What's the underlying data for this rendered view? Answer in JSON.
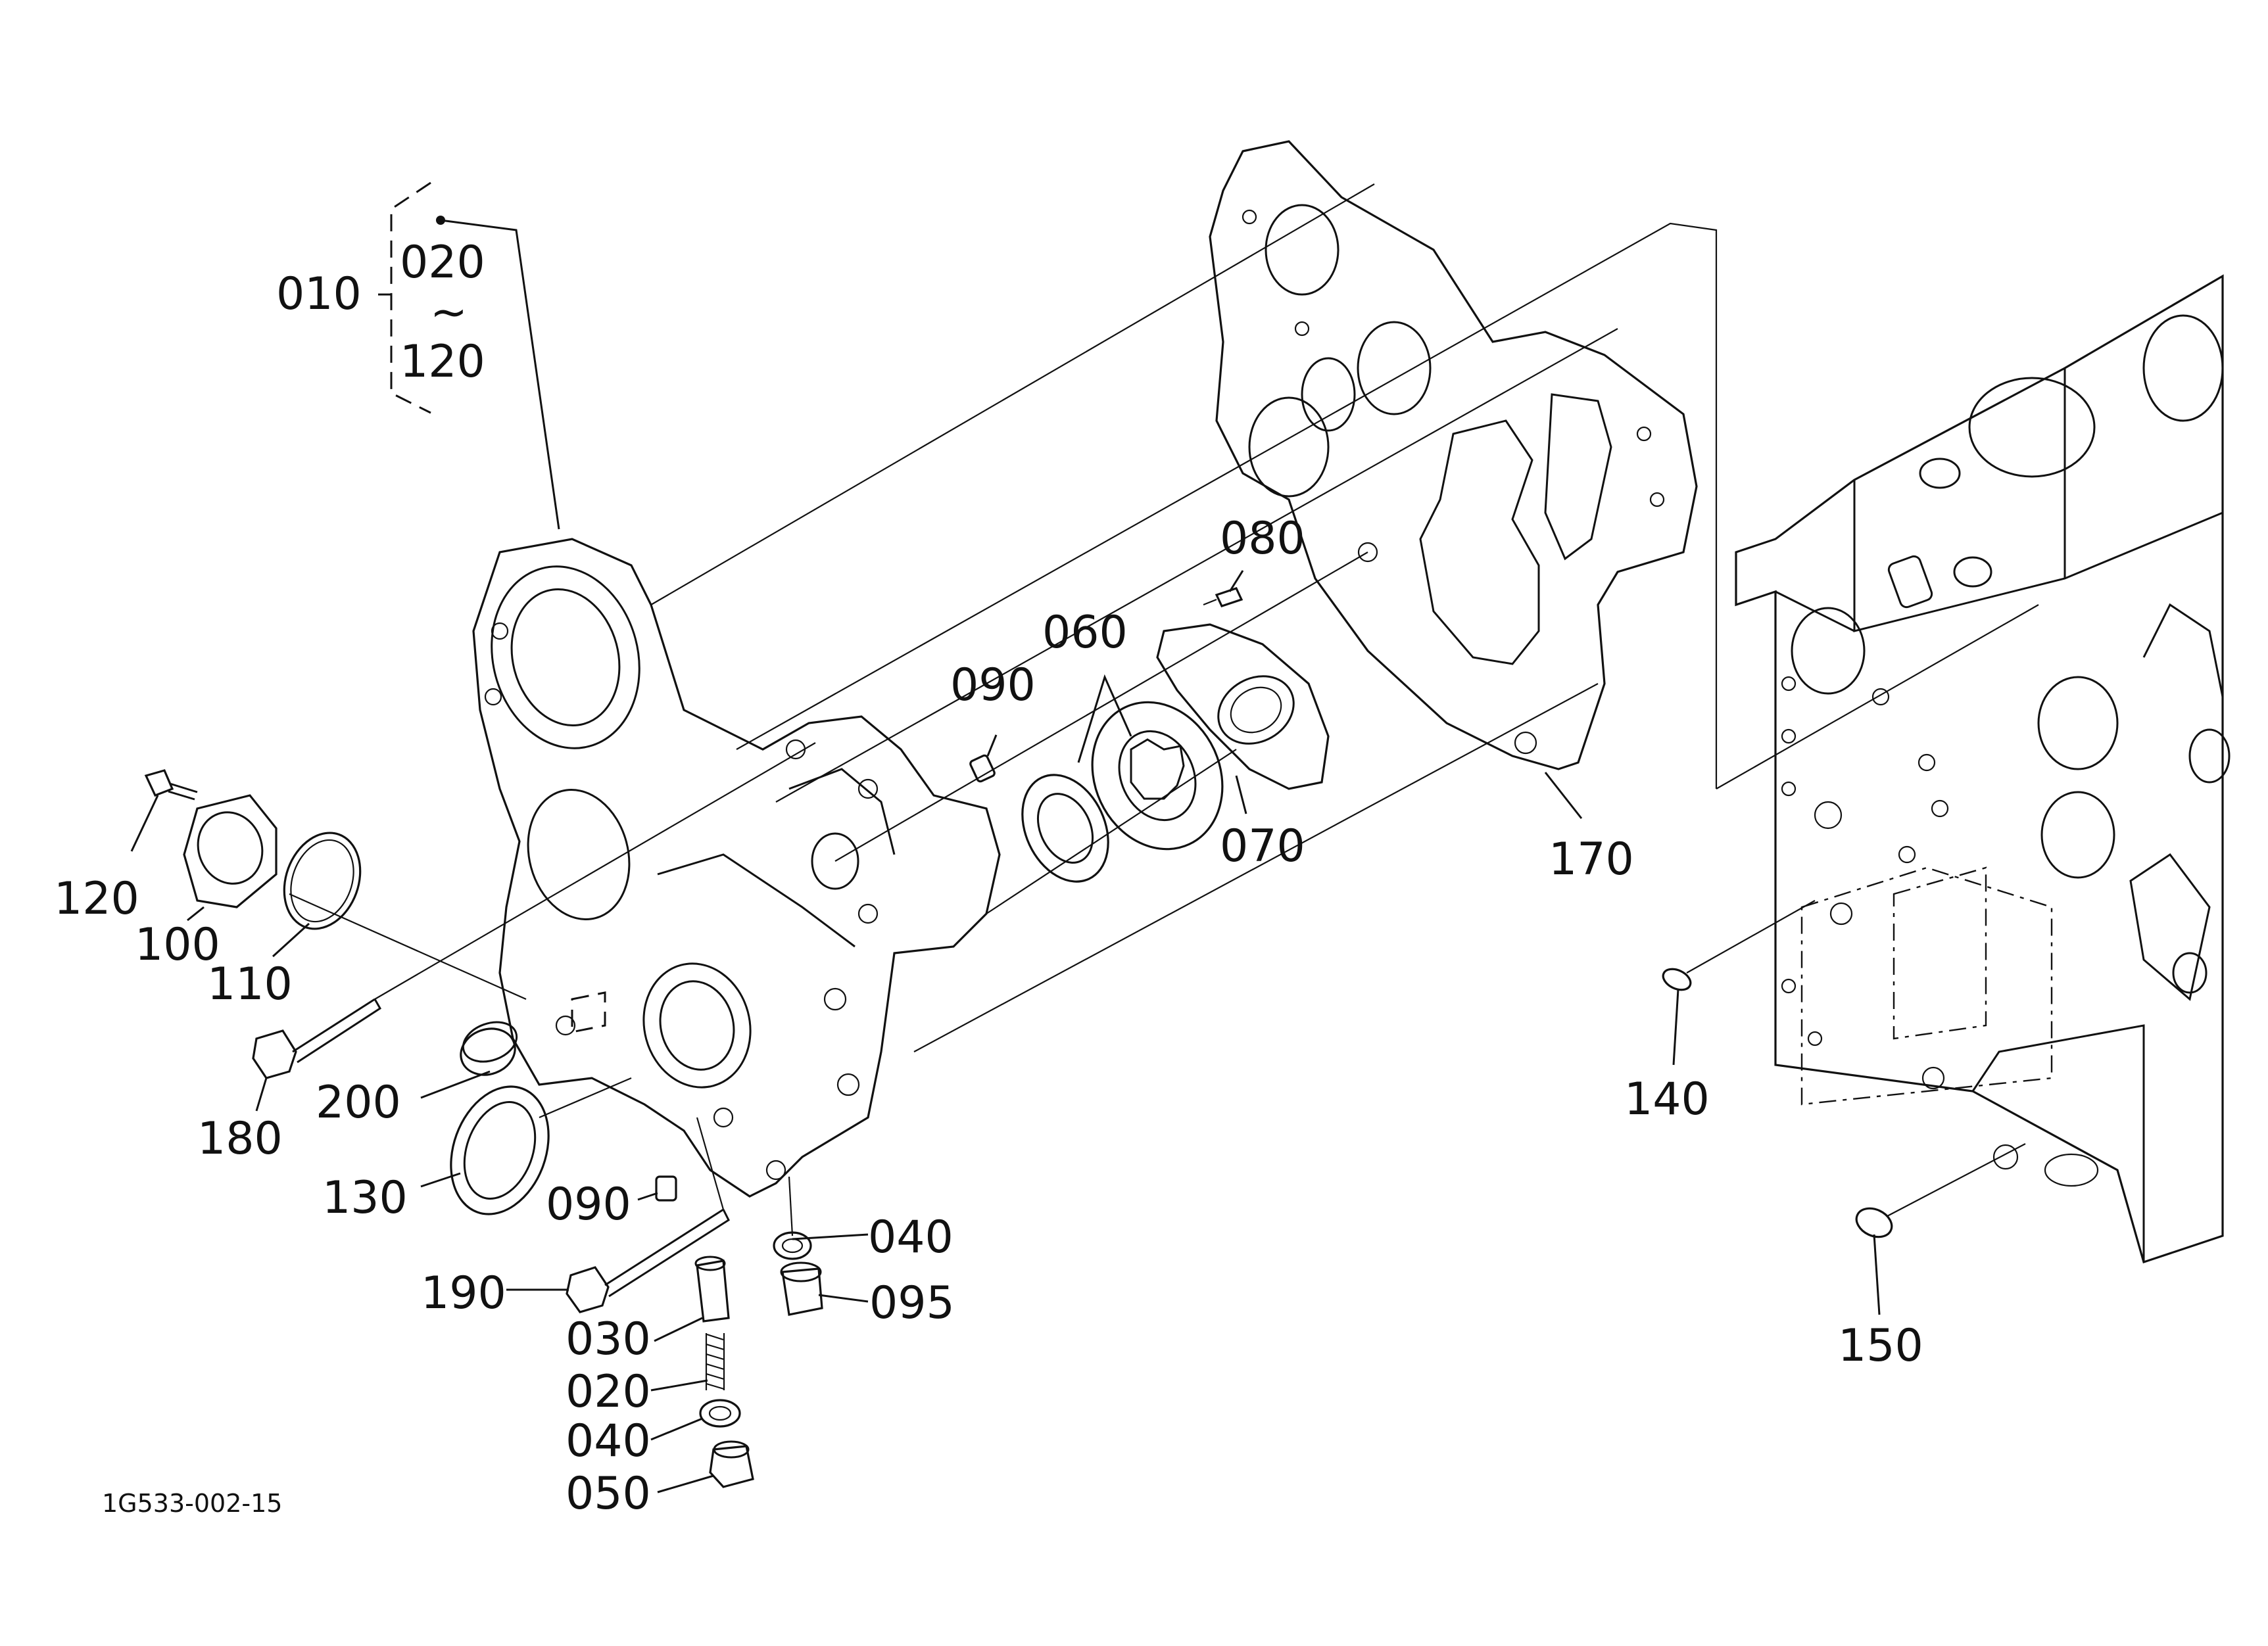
{
  "diagram": {
    "drawing_id": "1G533-002-15",
    "assembly": {
      "label": "010",
      "range_start": "020",
      "range_symbol": "~",
      "range_end": "120"
    },
    "callouts": {
      "p010": "010",
      "p020a": "020",
      "p030": "030",
      "p040a": "040",
      "p040b": "040",
      "p050": "050",
      "p060": "060",
      "p070": "070",
      "p080": "080",
      "p090a": "090",
      "p090b": "090",
      "p095": "095",
      "p100": "100",
      "p110": "110",
      "p120": "120",
      "p130": "130",
      "p140": "140",
      "p150": "150",
      "p170": "170",
      "p180": "180",
      "p190": "190",
      "p200": "200"
    }
  }
}
